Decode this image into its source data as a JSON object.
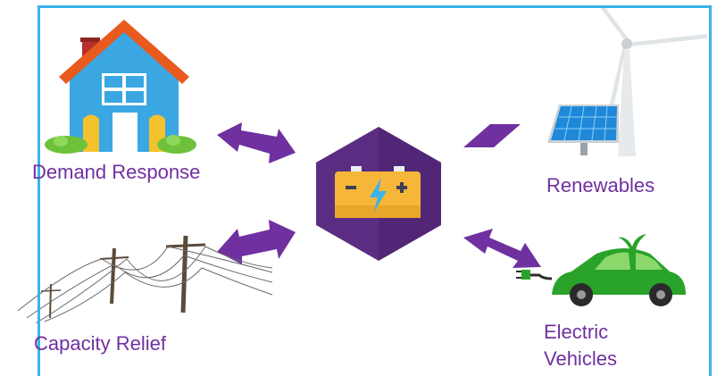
{
  "nodes": {
    "demand_response": {
      "label": "Demand Response",
      "icon": "house-icon"
    },
    "renewables": {
      "label": "Renewables",
      "icon": "wind-solar-icon"
    },
    "capacity_relief": {
      "label": "Capacity Relief",
      "icon": "power-lines-icon"
    },
    "electric_vehicles": {
      "label_line1": "Electric",
      "label_line2": "Vehicles",
      "icon": "electric-car-icon"
    },
    "hub": {
      "icon": "battery-icon"
    }
  },
  "colors": {
    "frame": "#3bb3e8",
    "arrow": "#7030a0",
    "hub": "#5b2d82",
    "battery": "#f5b63a",
    "label": "#7030a0",
    "car": "#2aa32a"
  }
}
